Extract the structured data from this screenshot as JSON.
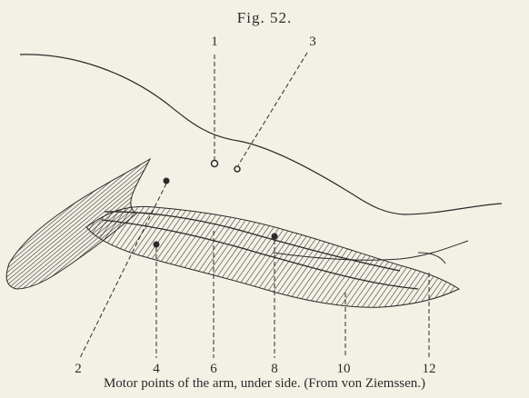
{
  "figure": {
    "title": "Fig. 52.",
    "caption": "Motor points of the arm, under side.  (From von Ziemssen.)"
  },
  "labels": [
    "1",
    "3",
    "2",
    "4",
    "6",
    "8",
    "10",
    "12"
  ],
  "colors": {
    "ink": "#2a2a2a",
    "paper": "#f3f0e6"
  }
}
